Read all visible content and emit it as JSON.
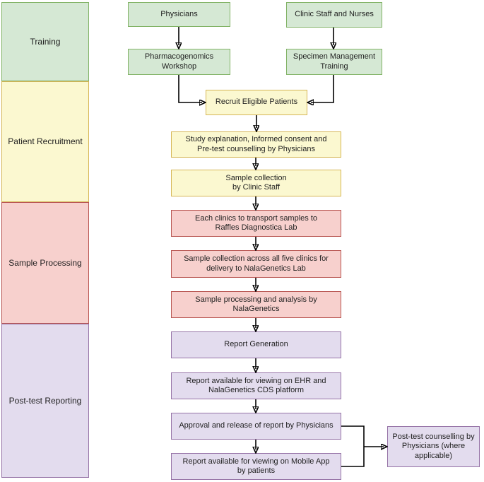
{
  "sidebar": {
    "phases": [
      {
        "label": "Training"
      },
      {
        "label": "Patient Recruitment"
      },
      {
        "label": "Sample Processing"
      },
      {
        "label": "Post-test Reporting"
      }
    ]
  },
  "boxes": {
    "physicians": {
      "label": "Physicians"
    },
    "clinic_staff": {
      "label": "Clinic Staff and Nurses"
    },
    "pgx_workshop": {
      "label": "Pharmacogenomics\nWorkshop"
    },
    "specimen_training": {
      "label": "Specimen Management\nTraining"
    },
    "recruit": {
      "label": "Recruit Eligible Patients"
    },
    "study_explanation": {
      "label": "Study explanation, Informed consent and\nPre-test counselling by Physicians"
    },
    "sample_collection": {
      "label": "Sample collection\nby Clinic Staff"
    },
    "transport_raffles": {
      "label": "Each clinics to transport samples to\nRaffles Diagnostica Lab"
    },
    "collection_nala": {
      "label": "Sample collection across all five clinics for\ndelivery to NalaGenetics Lab"
    },
    "processing_nala": {
      "label": "Sample processing and analysis by\nNalaGenetics"
    },
    "report_generation": {
      "label": "Report Generation"
    },
    "report_ehr": {
      "label": "Report available for viewing on EHR and\nNalaGenetics CDS platform"
    },
    "approval_release": {
      "label": "Approval and release of report by Physicians"
    },
    "report_mobile": {
      "label": "Report available for viewing on Mobile App\nby patients"
    },
    "post_test_counselling": {
      "label": "Post-test counselling by\nPhysicians (where\napplicable)"
    }
  },
  "colors": {
    "green_fill": "#d5e8d4",
    "green_border": "#82b366",
    "yellow_fill": "#fbf8d0",
    "yellow_border": "#d6b656",
    "red_fill": "#f7d0cd",
    "red_border": "#b85450",
    "purple_fill": "#e3dcee",
    "purple_border": "#9673a6",
    "line": "#000000"
  }
}
